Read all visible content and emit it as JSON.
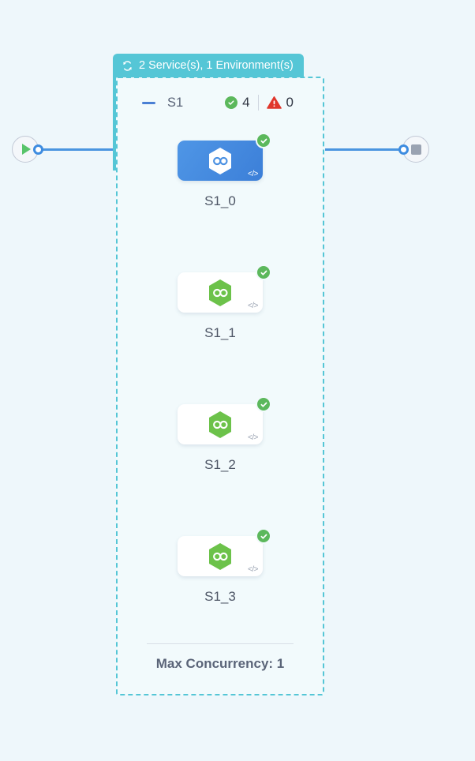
{
  "canvas": {
    "background_color": "#eef7fb"
  },
  "group": {
    "tab_label": "2 Service(s), 1 Environment(s)",
    "tab_icon": "refresh-cycle-icon",
    "tab_color": "#55c6d6",
    "border_color": "#55c6d6",
    "header": {
      "collapse_icon": "minus-icon",
      "title": "S1",
      "success": {
        "icon": "check-circle-icon",
        "value": "4",
        "color": "#5cb85c"
      },
      "warning": {
        "icon": "warning-triangle-icon",
        "value": "0",
        "color": "#e0372c"
      }
    },
    "footer": {
      "max_concurrency_label": "Max Concurrency: 1"
    }
  },
  "endpoints": {
    "start": {
      "icon": "play-icon",
      "color": "#58c46a"
    },
    "end": {
      "icon": "stop-square-icon",
      "color": "#9aa3b2"
    }
  },
  "nodes": [
    {
      "label": "S1_0",
      "selected": true,
      "icon": "hexagon-infinity-icon",
      "icon_color": "#ffffff",
      "status": "ok",
      "code_icon": "code-brackets-icon"
    },
    {
      "label": "S1_1",
      "selected": false,
      "icon": "hexagon-infinity-icon",
      "icon_color": "#6cc24a",
      "status": "ok",
      "code_icon": "code-brackets-icon"
    },
    {
      "label": "S1_2",
      "selected": false,
      "icon": "hexagon-infinity-icon",
      "icon_color": "#6cc24a",
      "status": "ok",
      "code_icon": "code-brackets-icon"
    },
    {
      "label": "S1_3",
      "selected": false,
      "icon": "hexagon-infinity-icon",
      "icon_color": "#6cc24a",
      "status": "ok",
      "code_icon": "code-brackets-icon"
    }
  ]
}
